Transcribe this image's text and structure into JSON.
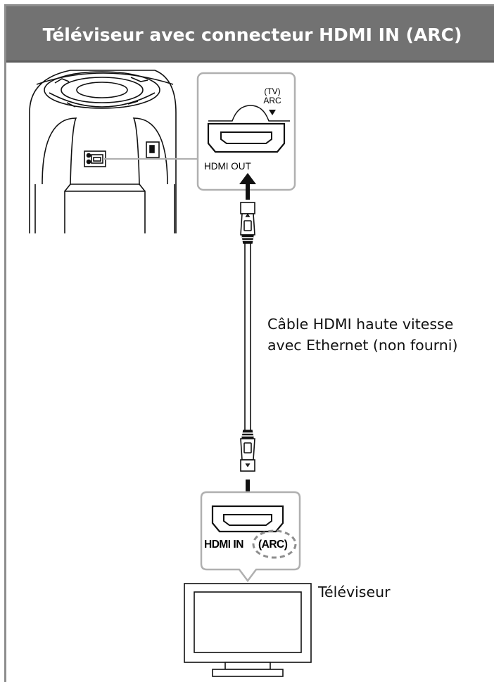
{
  "header": {
    "title": "Téléviseur avec connecteur HDMI IN (ARC)"
  },
  "speaker_port": {
    "top_label": "(TV)\nARC",
    "port_label": "HDMI OUT"
  },
  "cable": {
    "label_line1": "Câble HDMI haute vitesse",
    "label_line2": "avec Ethernet (non fourni)"
  },
  "tv_port": {
    "port_label": "HDMI IN",
    "arc_label": "(ARC)"
  },
  "tv": {
    "label": "Téléviseur"
  },
  "colors": {
    "header_bg": "#727272",
    "panel_border": "#8e8e8e",
    "callout_border": "#b0b0b0",
    "line": "#111111"
  }
}
